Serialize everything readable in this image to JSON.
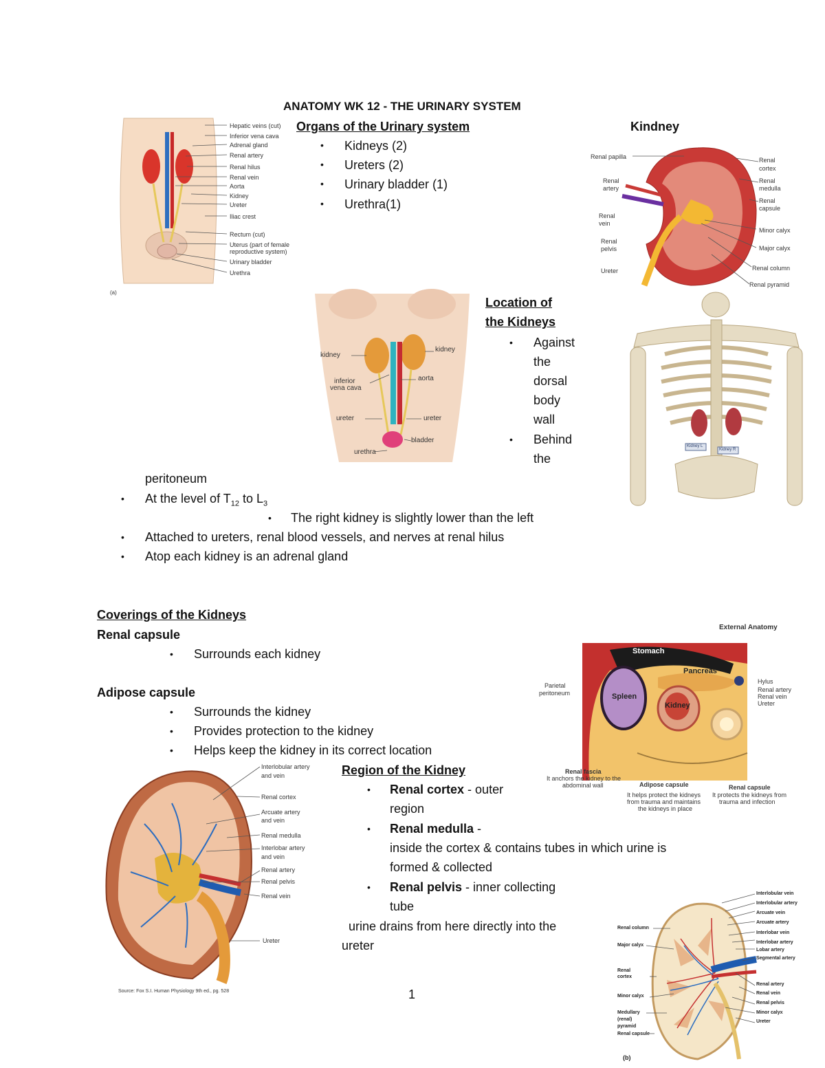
{
  "title": "ANATOMY WK 12 -  THE URINARY SYSTEM",
  "organs": {
    "heading": "Organs of the Urinary system",
    "items": [
      "Kidneys (2)",
      "Ureters (2)",
      "Urinary bladder (1)",
      "Urethra(1)"
    ]
  },
  "kidney_heading": "Kindney",
  "location": {
    "heading_line1": "Location of",
    "heading_line2": "the Kidneys",
    "b1_words": [
      "Against",
      "the",
      "dorsal",
      "body",
      "wall"
    ],
    "b2_words": [
      "Behind",
      "the"
    ],
    "cont": "peritoneum",
    "level_prefix": "At the level of T",
    "level_sub1": "12",
    "level_mid": " to L",
    "level_sub2": "3",
    "sub_bullet": "The right kidney is slightly lower than the left",
    "b_attached": "Attached to ureters, renal blood vessels, and nerves at renal hilus",
    "b_adrenal": "Atop each kidney is an adrenal gland"
  },
  "coverings": {
    "heading": "Coverings of the Kidneys",
    "renal_capsule": "Renal capsule",
    "rc_items": [
      "Surrounds each kidney"
    ],
    "adipose_capsule": "Adipose capsule",
    "ac_items": [
      "Surrounds the kidney",
      "Provides protection to the kidney",
      "Helps keep the kidney in its correct location"
    ]
  },
  "region": {
    "heading": "Region of the Kidney",
    "cortex_b": "Renal cortex",
    "cortex_t": " - outer",
    "cortex_t2": "region",
    "medulla_b": "Renal medulla",
    "medulla_t": " -",
    "medulla_t2": "inside the cortex & contains tubes in which urine is",
    "medulla_t3": "formed & collected",
    "pelvis_b": "Renal pelvis",
    "pelvis_t": " - inner collecting",
    "pelvis_t2": "tube",
    "drain1": "urine drains from here directly into the",
    "drain2": "ureter"
  },
  "page_number": "1",
  "fig1": {
    "labels": [
      "Hepatic veins (cut)",
      "Inferior vena cava",
      "Adrenal gland",
      "Renal artery",
      "Renal hilus",
      "Renal vein",
      "Aorta",
      "Kidney",
      "Ureter",
      "Iliac crest",
      "Rectum (cut)",
      "Uterus (part of female",
      "reproductive system)",
      "Urinary bladder",
      "Urethra"
    ],
    "tag": "(a)"
  },
  "fig2": {
    "labels": [
      "Renal papilla",
      "Renal",
      "artery",
      "Renal",
      "vein",
      "Renal",
      "pelvis",
      "Ureter",
      "Renal",
      "cortex",
      "Renal",
      "medulla",
      "Renal",
      "capsule",
      "Minor calyx",
      "Major calyx",
      "Renal column",
      "Renal pyramid"
    ]
  },
  "fig3": {
    "labels": [
      "kidney",
      "kidney",
      "inferior",
      "vena cava",
      "aorta",
      "ureter",
      "ureter",
      "bladder",
      "urethra"
    ]
  },
  "fig4": {
    "labels": [
      "Kidney L",
      "Kidney R"
    ]
  },
  "fig5": {
    "title": "External Anatomy",
    "labels": [
      "Stomach",
      "Pancreas",
      "Spleen",
      "Kidney",
      "Hylus",
      "Renal artery",
      "Renal vein",
      "Ureter",
      "Parietal",
      "peritoneum",
      "Renal fascia",
      "It anchors the kidney to the",
      "abdominal wall",
      "Adipose capsule",
      "It helps protect the kidneys",
      "from trauma and maintains",
      "the kidneys in place",
      "Renal capsule",
      "It protects the kidneys from",
      "trauma and infection"
    ]
  },
  "fig6": {
    "labels": [
      "Interlobular artery",
      "and vein",
      "Renal cortex",
      "Arcuate artery",
      "and vein",
      "Renal medulla",
      "Interlobar artery",
      "and vein",
      "Renal artery",
      "Renal pelvis",
      "Renal vein",
      "Ureter"
    ],
    "source": "Source: Fox S.I. Human Physiology 9th ed., pg. 528"
  },
  "fig7": {
    "labels": [
      "Interlobular vein",
      "Interlobular artery",
      "Arcuate vein",
      "Arcuate artery",
      "Interlobar vein",
      "Interlobar artery",
      "Lobar artery",
      "Segmental artery",
      "Renal column",
      "Major calyx",
      "Renal",
      "cortex",
      "Minor calyx",
      "Medullary",
      "(renal)",
      "pyramid",
      "Renal capsule",
      "Renal artery",
      "Renal vein",
      "Renal pelvis",
      "Minor calyx",
      "Ureter"
    ],
    "tag": "(b)"
  }
}
